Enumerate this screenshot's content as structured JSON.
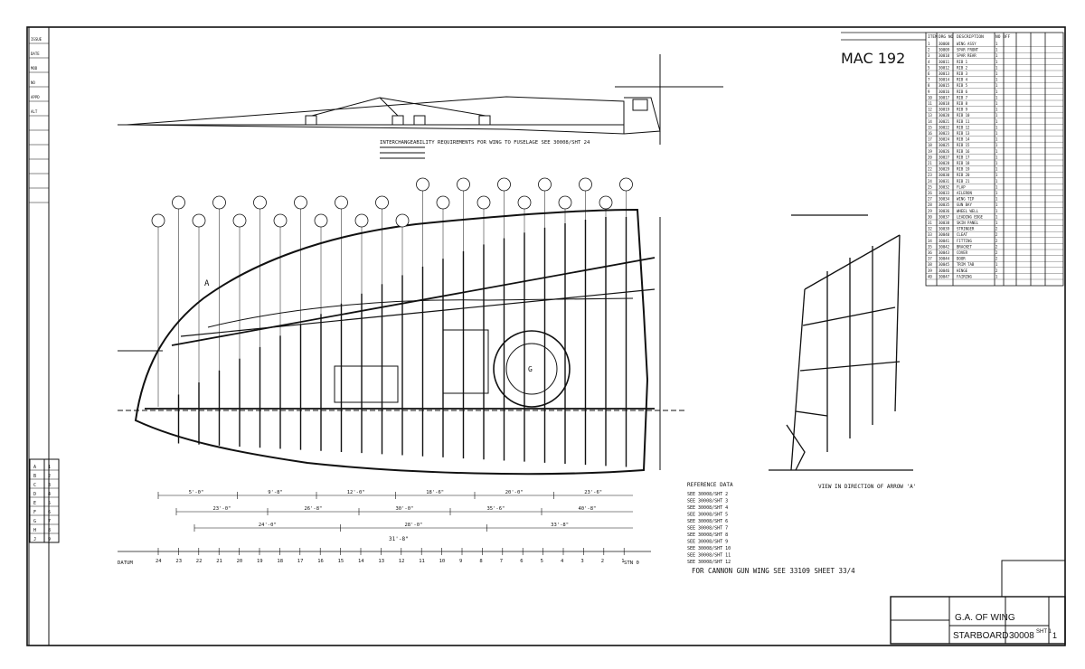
{
  "sheet": {
    "drawing_id": "MAC 192",
    "title": "G.A. OF WING",
    "subtitle": "STARBOARD",
    "drawing_number": "30008",
    "sheet_label": "SHT 1",
    "sheet_count": "1",
    "cannon_note": "FOR CANNON GUN WING SEE 33109 SHEET 33/4",
    "view_note": "VIEW IN DIRECTION OF ARROW 'A'",
    "arrow_label": "A",
    "datum_label": "DATUM",
    "station_zero": "STN 0",
    "gun_port_label": "G",
    "overall_span_dim": "31'-8\""
  },
  "stations": [
    "24",
    "23",
    "22",
    "21",
    "20",
    "19",
    "18",
    "17",
    "16",
    "15",
    "14",
    "13",
    "12",
    "11",
    "10",
    "9",
    "8",
    "7",
    "6",
    "5",
    "4",
    "3",
    "2",
    "1"
  ],
  "dimensions": {
    "rows": [
      [
        "5'-0\"",
        "9'-8\"",
        "12'-0\"",
        "18'-6\"",
        "20'-0\"",
        "23'-6\""
      ],
      [
        "23'-0\"",
        "26'-8\"",
        "30'-0\"",
        "35'-6\"",
        "40'-8\""
      ],
      [
        "24'-0\"",
        "28'-0\"",
        "33'-8\""
      ]
    ]
  },
  "reference_notes": {
    "heading": "REFERENCE DATA",
    "lines": [
      "SEE 30008/SHT 2",
      "SEE 30008/SHT 3",
      "SEE 30008/SHT 4",
      "SEE 30008/SHT 5",
      "SEE 30008/SHT 6",
      "SEE 30008/SHT 7",
      "SEE 30008/SHT 8",
      "SEE 30008/SHT 9",
      "SEE 30008/SHT 10",
      "SEE 30008/SHT 11",
      "SEE 30008/SHT 12"
    ]
  },
  "interchangeability_note": "INTERCHANGEABILITY REQUIREMENTS FOR WING TO FUSELAGE SEE 30008/SHT 24",
  "parts_list": {
    "headers": [
      "ITEM",
      "DRG NO",
      "DESCRIPTION",
      "NO OFF"
    ],
    "rows": [
      [
        "1",
        "30008",
        "WING ASSY",
        "1"
      ],
      [
        "2",
        "30009",
        "SPAR FRONT",
        "1"
      ],
      [
        "3",
        "30010",
        "SPAR REAR",
        "1"
      ],
      [
        "4",
        "30011",
        "RIB 1",
        "1"
      ],
      [
        "5",
        "30012",
        "RIB 2",
        "1"
      ],
      [
        "6",
        "30013",
        "RIB 3",
        "1"
      ],
      [
        "7",
        "30014",
        "RIB 4",
        "1"
      ],
      [
        "8",
        "30015",
        "RIB 5",
        "1"
      ],
      [
        "9",
        "30016",
        "RIB 6",
        "1"
      ],
      [
        "10",
        "30017",
        "RIB 7",
        "1"
      ],
      [
        "11",
        "30018",
        "RIB 8",
        "1"
      ],
      [
        "12",
        "30019",
        "RIB 9",
        "1"
      ],
      [
        "13",
        "30020",
        "RIB 10",
        "1"
      ],
      [
        "14",
        "30021",
        "RIB 11",
        "1"
      ],
      [
        "15",
        "30022",
        "RIB 12",
        "1"
      ],
      [
        "16",
        "30023",
        "RIB 13",
        "1"
      ],
      [
        "17",
        "30024",
        "RIB 14",
        "1"
      ],
      [
        "18",
        "30025",
        "RIB 15",
        "1"
      ],
      [
        "19",
        "30026",
        "RIB 16",
        "1"
      ],
      [
        "20",
        "30027",
        "RIB 17",
        "1"
      ],
      [
        "21",
        "30028",
        "RIB 18",
        "1"
      ],
      [
        "22",
        "30029",
        "RIB 19",
        "1"
      ],
      [
        "23",
        "30030",
        "RIB 20",
        "1"
      ],
      [
        "24",
        "30031",
        "RIB 21",
        "1"
      ],
      [
        "25",
        "30032",
        "FLAP",
        "1"
      ],
      [
        "26",
        "30033",
        "AILERON",
        "1"
      ],
      [
        "27",
        "30034",
        "WING TIP",
        "1"
      ],
      [
        "28",
        "30035",
        "GUN BAY",
        "1"
      ],
      [
        "29",
        "30036",
        "WHEEL WELL",
        "1"
      ],
      [
        "30",
        "30037",
        "LEADING EDGE",
        "1"
      ],
      [
        "31",
        "30038",
        "SKIN PANEL",
        "1"
      ],
      [
        "32",
        "30039",
        "STRINGER",
        "2"
      ],
      [
        "33",
        "30040",
        "CLEAT",
        "2"
      ],
      [
        "34",
        "30041",
        "FITTING",
        "2"
      ],
      [
        "35",
        "30042",
        "BRACKET",
        "2"
      ],
      [
        "36",
        "30043",
        "COVER",
        "2"
      ],
      [
        "37",
        "30044",
        "DOOR",
        "2"
      ],
      [
        "38",
        "30045",
        "TRIM TAB",
        "1"
      ],
      [
        "39",
        "30046",
        "HINGE",
        "2"
      ],
      [
        "40",
        "30047",
        "FAIRING",
        "1"
      ]
    ]
  },
  "title_block": {
    "left_column": [
      "ISSUE",
      "DATE",
      "MOD",
      "NO",
      "APPD",
      "ALT",
      "",
      "",
      "",
      "",
      "",
      ""
    ],
    "lower_table": [
      [
        "A",
        "1"
      ],
      [
        "B",
        "2"
      ],
      [
        "C",
        "3"
      ],
      [
        "D",
        "4"
      ],
      [
        "E",
        "5"
      ],
      [
        "F",
        "6"
      ],
      [
        "G",
        "7"
      ],
      [
        "H",
        "8"
      ],
      [
        "J",
        "9"
      ]
    ]
  }
}
